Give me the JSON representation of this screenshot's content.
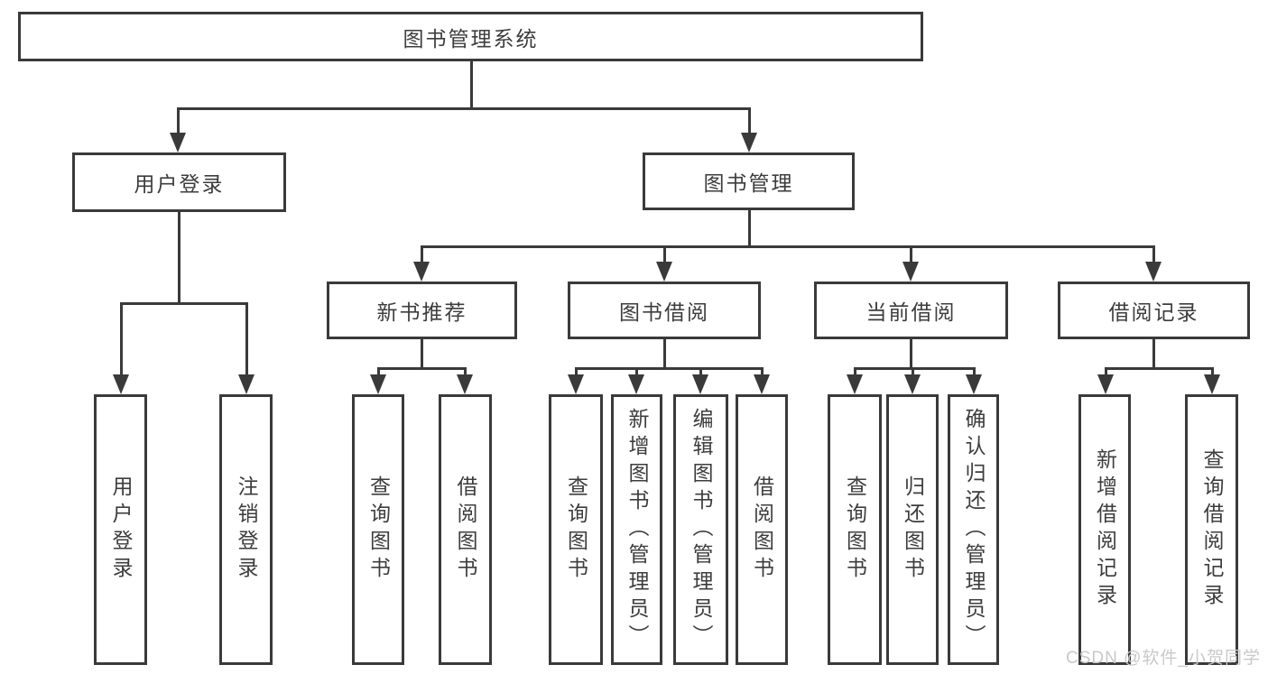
{
  "diagram": {
    "root": {
      "label": "图书管理系统"
    },
    "level2": [
      {
        "label": "用户登录"
      },
      {
        "label": "图书管理"
      }
    ],
    "level3": [
      {
        "label": "新书推荐"
      },
      {
        "label": "图书借阅"
      },
      {
        "label": "当前借阅"
      },
      {
        "label": "借阅记录"
      }
    ],
    "leaves": [
      {
        "label": "用户登录"
      },
      {
        "label": "注销登录"
      },
      {
        "label": "查询图书"
      },
      {
        "label": "借阅图书"
      },
      {
        "label": "查询图书"
      },
      {
        "label": "新增图书（管理员）"
      },
      {
        "label": "编辑图书（管理员）"
      },
      {
        "label": "借阅图书"
      },
      {
        "label": "查询图书"
      },
      {
        "label": "归还图书"
      },
      {
        "label": "确认归还（管理员）"
      },
      {
        "label": "新增借阅记录"
      },
      {
        "label": "查询借阅记录"
      }
    ],
    "watermark": "CSDN @软件_小贺同学",
    "colors": {
      "line": "#3a3a3a",
      "text": "#3d3d3d",
      "watermark": "#c9c9c9",
      "background": "#ffffff"
    }
  }
}
